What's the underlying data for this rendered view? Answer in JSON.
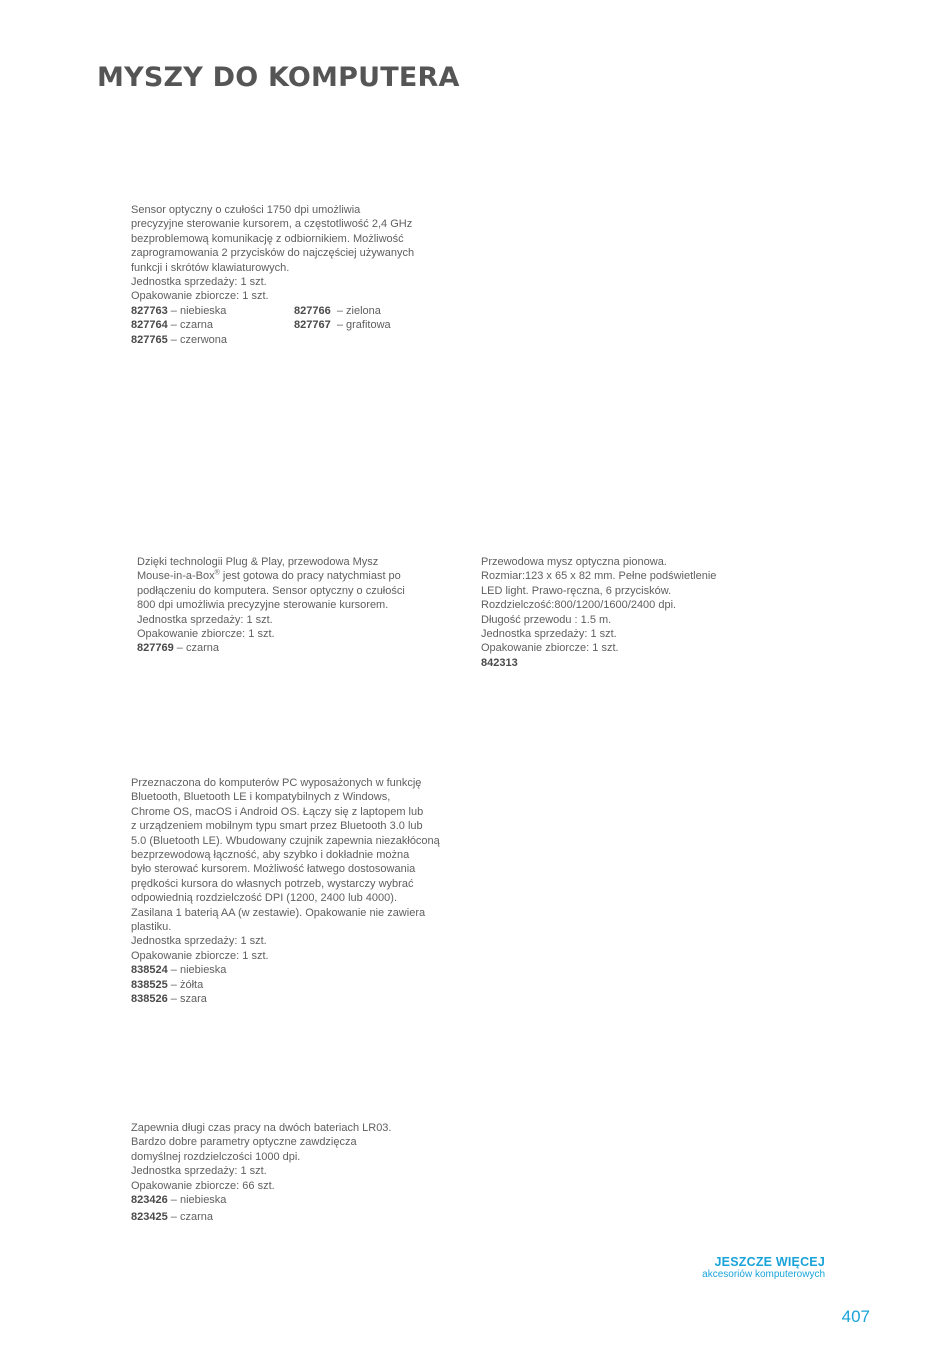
{
  "page": {
    "title": "MYSZY DO KOMPUTERA",
    "page_number": "407"
  },
  "products": [
    {
      "description_lines": [
        "Sensor optyczny o czułości 1750 dpi umożliwia",
        "precyzyjne sterowanie kursorem, a częstotliwość 2,4 GHz",
        "bezproblemową komunikację z odbiornikiem. Możliwość",
        "zaprogramowania 2 przycisków do najczęściej używanych",
        "funkcji i skrótów klawiaturowych."
      ],
      "unit": "Jednostka sprzedaży: 1 szt.",
      "bulk": "Opakowanie zbiorcze: 1 szt.",
      "variants_left": [
        {
          "code": "827763",
          "label": " – niebieska"
        },
        {
          "code": "827764",
          "label": " – czarna"
        },
        {
          "code": "827765",
          "label": " – czerwona"
        }
      ],
      "variants_right": [
        {
          "code": "827766",
          "label": "  – zielona"
        },
        {
          "code": "827767",
          "label": "  – grafitowa"
        }
      ]
    },
    {
      "description_lines": [
        "Dzięki technologii Plug & Play, przewodowa Mysz",
        "Mouse-in-a-Box",
        "podłączeniu do komputera. Sensor optyczny o czułości",
        "800 dpi umożliwia precyzyjne sterowanie kursorem."
      ],
      "registered_mark": "®",
      "line2_rest": " jest gotowa do pracy natychmiast po",
      "unit": "Jednostka sprzedaży: 1 szt.",
      "bulk": "Opakowanie zbiorcze: 1 szt.",
      "variants": [
        {
          "code": "827769",
          "label": " – czarna"
        }
      ]
    },
    {
      "description_lines": [
        "Przewodowa mysz optyczna pionowa.",
        "Rozmiar:123 x 65 x 82 mm. Pełne podświetlenie",
        "LED light. Prawo-ręczna, 6 przycisków.",
        "Rozdzielczość:800/1200/1600/2400 dpi.",
        "Długość przewodu : 1.5 m."
      ],
      "unit": "Jednostka sprzedaży: 1 szt.",
      "bulk": "Opakowanie zbiorcze: 1 szt.",
      "variants": [
        {
          "code": "842313",
          "label": ""
        }
      ]
    },
    {
      "description_lines": [
        "Przeznaczona do komputerów PC wyposażonych w funkcję",
        "Bluetooth, Bluetooth LE i kompatybilnych z Windows,",
        "Chrome OS, macOS i Android OS. Łączy się z laptopem lub",
        "z urządzeniem mobilnym typu smart przez Bluetooth 3.0 lub",
        "5.0 (Bluetooth LE). Wbudowany czujnik zapewnia niezakłóconą",
        "bezprzewodową łączność, aby szybko i dokładnie można",
        "było sterować kursorem. Możliwość łatwego dostosowania",
        "prędkości kursora do własnych potrzeb, wystarczy wybrać",
        "odpowiednią rozdzielczość DPI (1200, 2400 lub 4000).",
        "Zasilana 1 baterią AA (w zestawie). Opakowanie nie zawiera",
        "plastiku."
      ],
      "unit": "Jednostka sprzedaży: 1 szt.",
      "bulk": "Opakowanie zbiorcze: 1 szt.",
      "variants": [
        {
          "code": "838524",
          "label": " – niebieska"
        },
        {
          "code": "838525",
          "label": " – żółta"
        },
        {
          "code": "838526",
          "label": " – szara"
        }
      ]
    },
    {
      "description_lines": [
        "Zapewnia długi czas pracy na dwóch bateriach LR03.",
        "Bardzo dobre parametry optyczne zawdzięcza",
        "domyślnej rozdzielczości 1000 dpi."
      ],
      "unit": "Jednostka sprzedaży: 1 szt.",
      "bulk": "Opakowanie zbiorcze: 66 szt.",
      "variants": [
        {
          "code": "823426",
          "label": " – niebieska"
        },
        {
          "code": "823425",
          "label": " – czarna"
        }
      ]
    }
  ],
  "more": {
    "title": "JESZCZE WIĘCEJ",
    "subtitle": "akcesoriów komputerowych"
  }
}
